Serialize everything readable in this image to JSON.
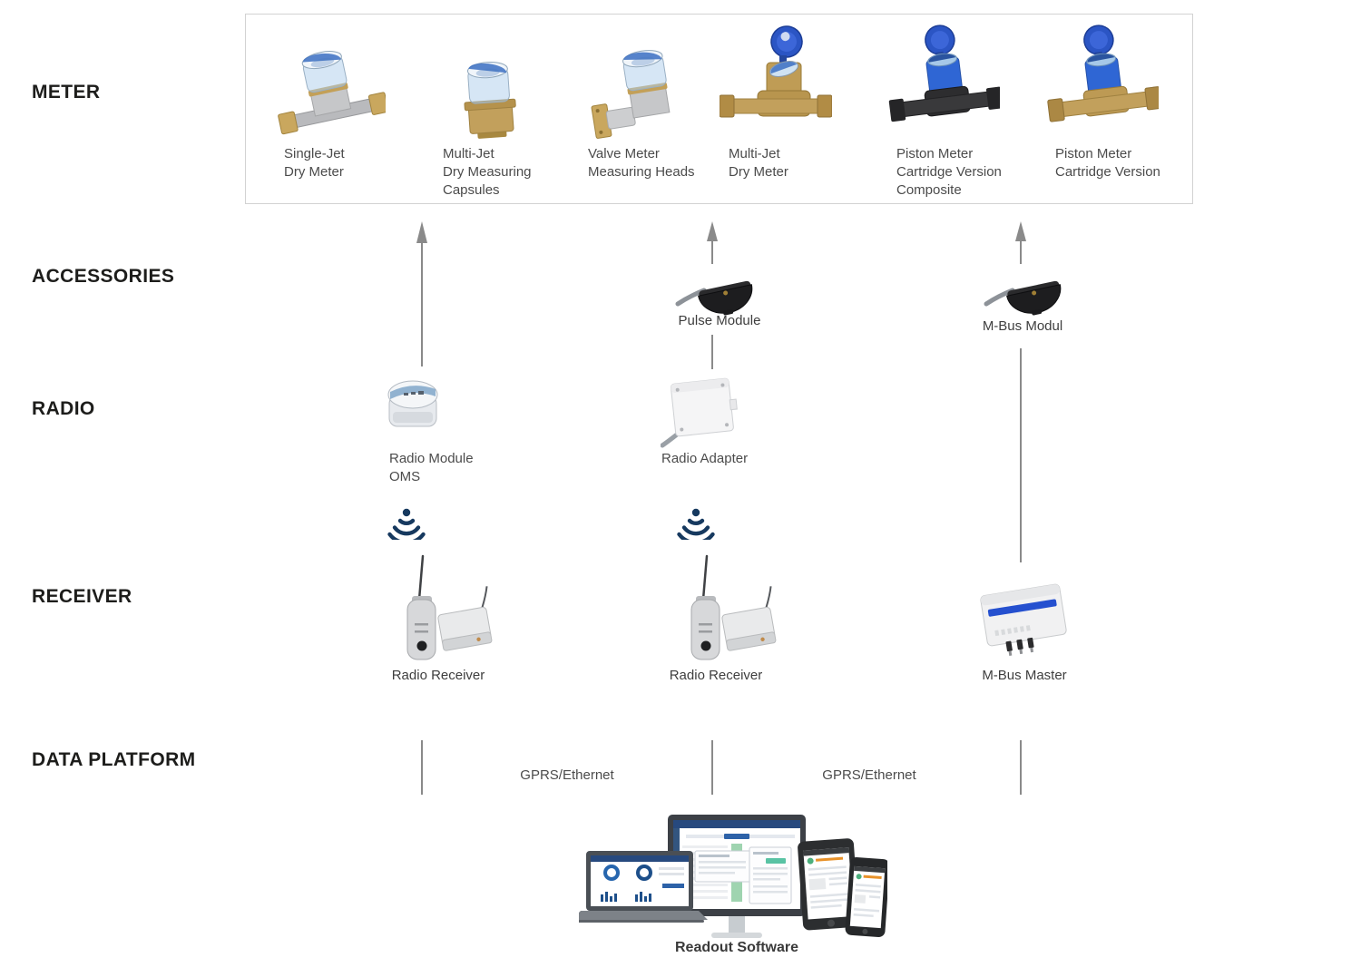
{
  "row_labels": {
    "meter": "METER",
    "accessories": "ACCESSORIES",
    "radio": "RADIO",
    "receiver": "RECEIVER",
    "data_platform": "DATA PLATFORM"
  },
  "meters": [
    {
      "name": "single-jet-dry-meter",
      "label": "Single-Jet\nDry Meter"
    },
    {
      "name": "multi-jet-dry-measuring-capsules",
      "label": "Multi-Jet\nDry Measuring\nCapsules"
    },
    {
      "name": "valve-meter-measuring-heads",
      "label": "Valve Meter\nMeasuring Heads"
    },
    {
      "name": "multi-jet-dry-meter",
      "label": "Multi-Jet\nDry Meter"
    },
    {
      "name": "piston-meter-cartridge-version-composite",
      "label": "Piston Meter\nCartridge Version\nComposite"
    },
    {
      "name": "piston-meter-cartridge-version",
      "label": "Piston Meter\nCartridge Version"
    }
  ],
  "accessories": {
    "pulse_module": "Pulse Module",
    "mbus_module": "M-Bus Modul"
  },
  "radio": {
    "radio_module_oms": "Radio Module\nOMS",
    "radio_adapter": "Radio Adapter"
  },
  "receiver": {
    "radio_receiver_1": "Radio Receiver",
    "radio_receiver_2": "Radio Receiver",
    "mbus_master": "M-Bus Master"
  },
  "data_platform": {
    "gprs_ethernet_1": "GPRS/Ethernet",
    "gprs_ethernet_2": "GPRS/Ethernet",
    "readout_software": "Readout Software"
  },
  "icons": {
    "radio_signal": "radio-signal-icon",
    "up_arrow": "up-arrow-icon"
  },
  "colors": {
    "signal_navy": "#16395f",
    "arrow_gray": "#8a8a8a",
    "label_gray": "#4b4b4b",
    "row_label_black": "#1d1d1b",
    "meter_box_border": "#d2d2d2",
    "lid_blue": "#2b55c4",
    "register_blue": "#2f66d4",
    "mbus_stripe_blue": "#2550cf",
    "brass": "#c2a05c",
    "silver": "#c6c7c9"
  }
}
